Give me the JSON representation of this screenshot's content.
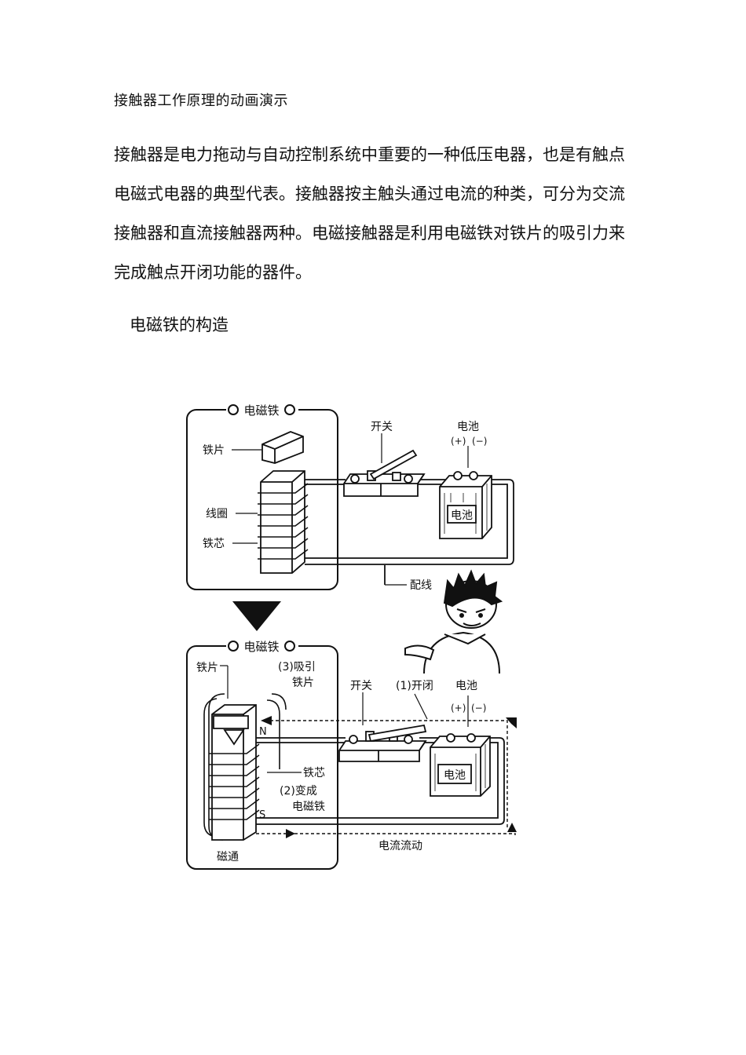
{
  "heading": "接触器工作原理的动画演示",
  "paragraph_lines": [
    "接触器是电力拖动与自动控制系统中重要的一种低压电器，也是有触点",
    "电磁式电器的典型代表。接触器按主触头通过电流的种类，可分为交流",
    "接触器和直流接触器两种。电磁接触器是利用电磁铁对铁片的吸引力来",
    "完成触点开闭功能的器件。"
  ],
  "subheading": "电磁铁的构造",
  "figure": {
    "top": {
      "box_title": "电磁铁",
      "iron_piece": "铁片",
      "coil": "线圈",
      "iron_core": "铁芯",
      "switch": "开关",
      "battery": "电池",
      "plus": "(+)",
      "minus": "(−)",
      "battery_label": "电池",
      "wiring": "配线"
    },
    "bottom": {
      "box_title": "电磁铁",
      "iron_piece": "铁片",
      "attract_1": "(3)吸引",
      "attract_2": "铁片",
      "switch": "开关",
      "switch_closed": "(1)开闭",
      "battery": "电池",
      "plus": "(+)",
      "minus": "(−)",
      "north": "N",
      "south": "S",
      "iron_core": "铁芯",
      "become_1": "(2)变成",
      "become_2": "电磁铁",
      "battery_label": "电池",
      "magnetic_flux": "磁通",
      "current_flow": "电流流动"
    }
  }
}
